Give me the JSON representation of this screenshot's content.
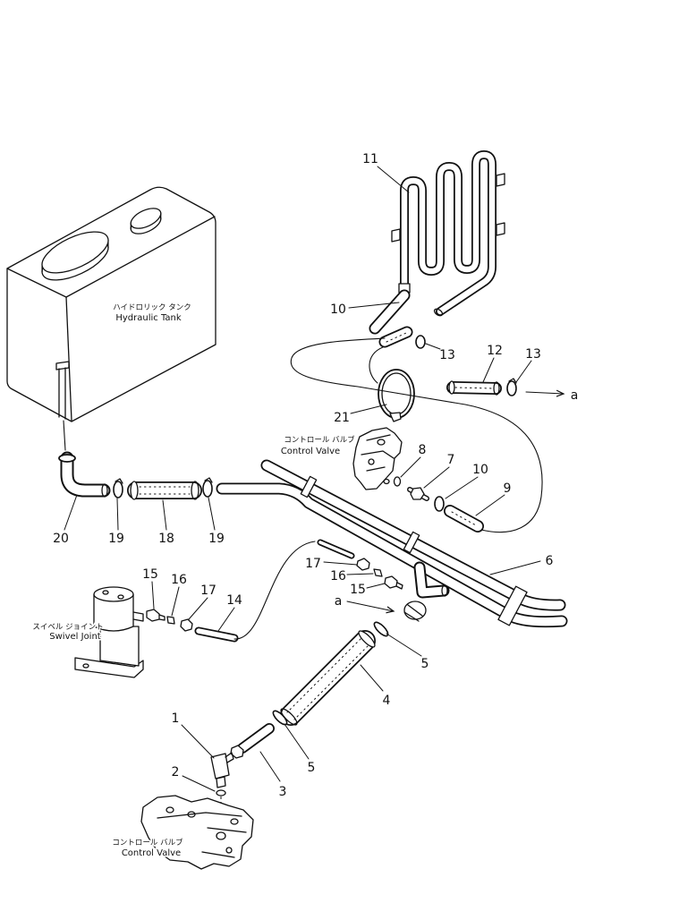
{
  "labels": {
    "hydraulic_tank": {
      "jp": "ハイドロリック タンク",
      "en": "Hydraulic Tank"
    },
    "control_valve_upper": {
      "jp": "コントロール バルブ",
      "en": "Control Valve"
    },
    "swivel_joint": {
      "jp": "スイベル ジョイント",
      "en": "Swivel Joint"
    },
    "control_valve_lower": {
      "jp": "コントロール バルブ",
      "en": "Control Valve"
    }
  },
  "callouts": [
    "11",
    "10",
    "13",
    "12",
    "13",
    "a",
    "21",
    "8",
    "7",
    "10",
    "9",
    "6",
    "20",
    "19",
    "18",
    "19",
    "17",
    "16",
    "15",
    "a",
    "15",
    "16",
    "17",
    "14",
    "5",
    "4",
    "1",
    "3",
    "5",
    "2"
  ]
}
